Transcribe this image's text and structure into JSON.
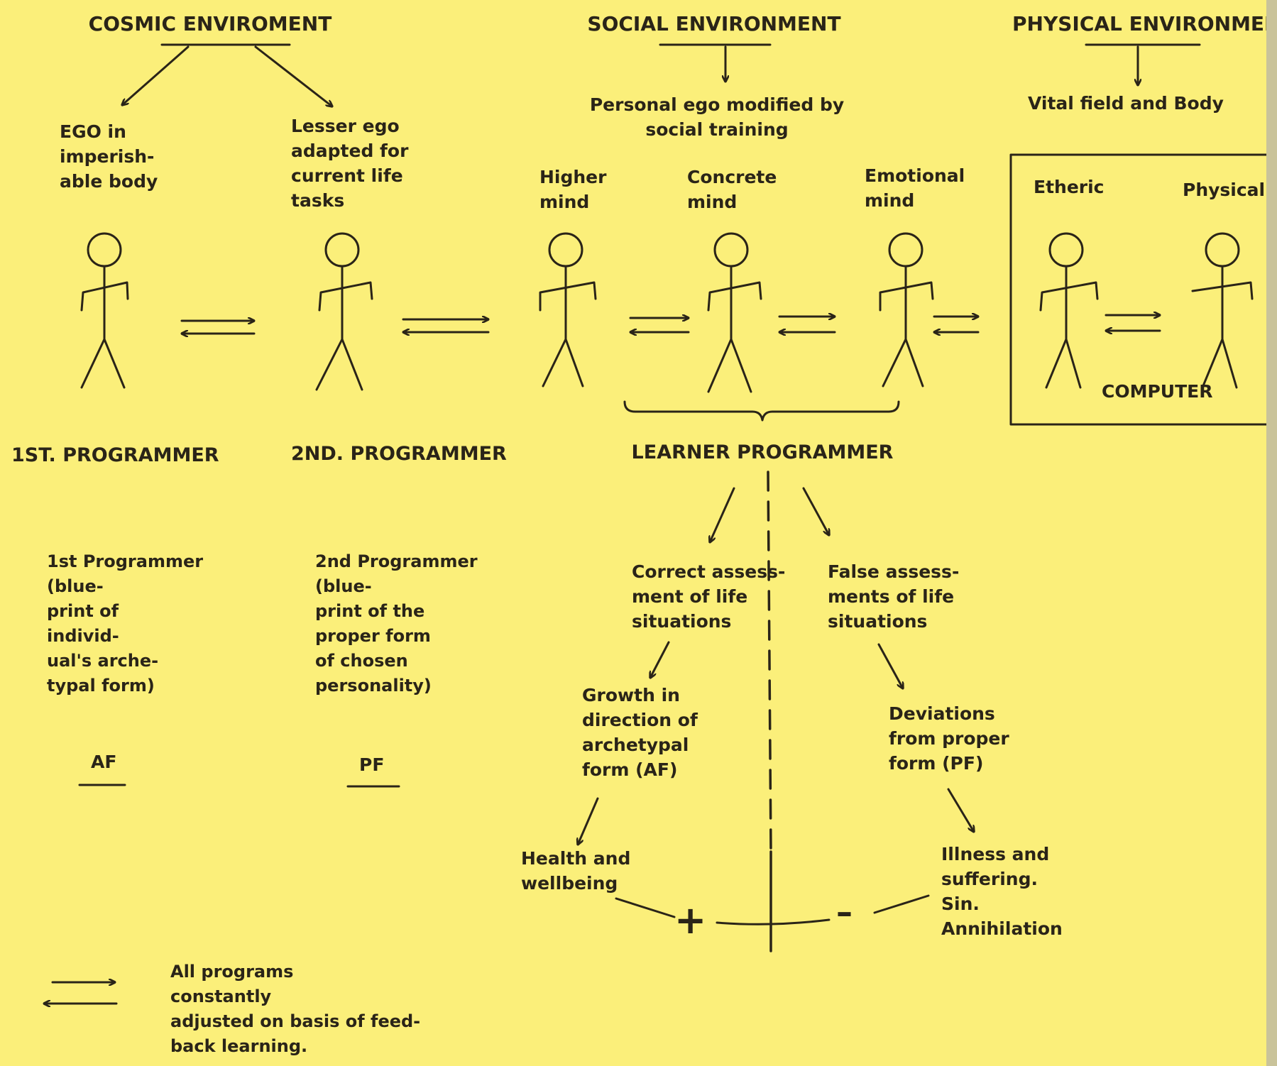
{
  "headers": {
    "cosmic": "COSMIC ENVIROMENT",
    "social": "SOCIAL ENVIRONMENT",
    "physical": "PHYSICAL ENVIRONMENT"
  },
  "sublabels": {
    "social": "Personal ego modified by\nsocial training",
    "physical": "Vital field and Body"
  },
  "figures": [
    {
      "label": "EGO in\nimperish-\nable body"
    },
    {
      "label": "Lesser ego\nadapted for\ncurrent life\ntasks"
    },
    {
      "label": "Higher\nmind"
    },
    {
      "label": "Concrete\nmind"
    },
    {
      "label": "Emotional\nmind"
    },
    {
      "label": "Etheric"
    },
    {
      "label": "Physical"
    }
  ],
  "computer_label": "COMPUTER",
  "programmers": {
    "first": "1ST. PROGRAMMER",
    "second": "2ND. PROGRAMMER",
    "learner": "LEARNER PROGRAMMER"
  },
  "descriptions": {
    "first": "1st Programmer\n(blue-\nprint of\nindivid-\nual's arche-\ntypal form)",
    "second": "2nd Programmer\n(blue-\nprint of the\nproper form\nof chosen\npersonality)"
  },
  "abbreviations": {
    "af": "AF",
    "pf": "PF"
  },
  "branches": {
    "correct": "Correct assess-\nment of life\nsituations",
    "false": "False assess-\nments of life\nsituations",
    "growth": "Growth in\ndirection of\narchetypal\nform (AF)",
    "deviations": "Deviations\nfrom proper\nform (PF)",
    "health": "Health and\nwellbeing",
    "illness": "Illness and\nsuffering.\nSin.\nAnnihilation"
  },
  "signs": {
    "plus": "+",
    "minus": "–"
  },
  "legend": "All programs\nconstantly\nadjusted on basis of feed-\nback learning."
}
